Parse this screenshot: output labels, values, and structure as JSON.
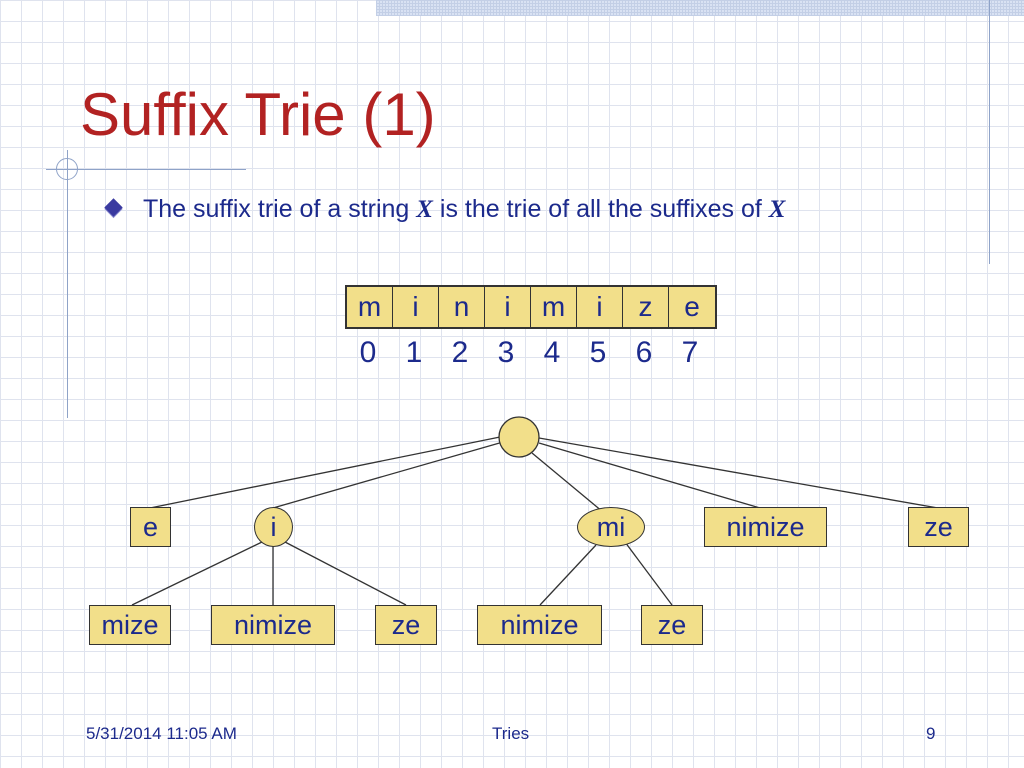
{
  "title": "Suffix Trie (1)",
  "bullet": {
    "text_before": "The suffix trie of a string ",
    "var1": "X",
    "text_middle": " is the trie of all the suffixes of ",
    "var2": "X"
  },
  "string_chars": [
    "m",
    "i",
    "n",
    "i",
    "m",
    "i",
    "z",
    "e"
  ],
  "string_indices": [
    "0",
    "1",
    "2",
    "3",
    "4",
    "5",
    "6",
    "7"
  ],
  "trie": {
    "root": "",
    "level1": [
      "e",
      "i",
      "mi",
      "nimize",
      "ze"
    ],
    "i_children": [
      "mize",
      "nimize",
      "ze"
    ],
    "mi_children": [
      "nimize",
      "ze"
    ]
  },
  "colors": {
    "title": "#b22222",
    "text": "#1c2a8c",
    "node_fill": "#f2df8a"
  },
  "footer": {
    "date": "5/31/2014 11:05 AM",
    "center": "Tries",
    "page": "9"
  }
}
